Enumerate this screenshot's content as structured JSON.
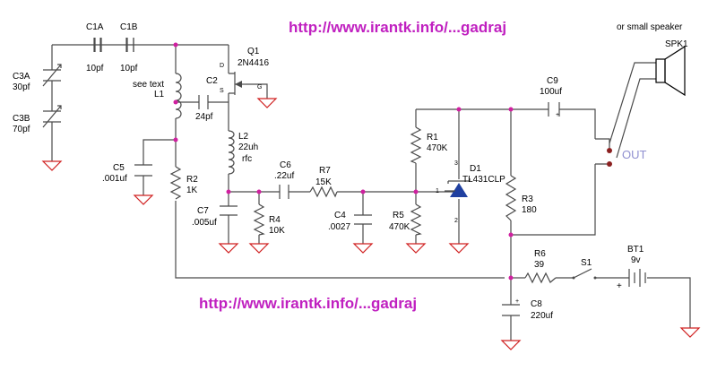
{
  "watermark_top": "http://www.irantk.info/...gadraj",
  "watermark_bottom": "http://www.irantk.info/...gadraj",
  "speaker_note": "or small speaker",
  "speaker_ref": "SPK1",
  "output_label": "OUT",
  "components": {
    "c1a": {
      "ref": "C1A",
      "value": "10pf"
    },
    "c1b": {
      "ref": "C1B",
      "value": "10pf"
    },
    "c3a": {
      "ref": "C3A",
      "value": "30pf"
    },
    "c3b": {
      "ref": "C3B",
      "value": "70pf"
    },
    "q1": {
      "ref": "Q1",
      "value": "2N4416",
      "pin_d": "D",
      "pin_s": "S",
      "pin_g": "G"
    },
    "l1": {
      "ref": "L1",
      "note": "see text"
    },
    "c2": {
      "ref": "C2",
      "value": "24pf"
    },
    "l2": {
      "ref": "L2",
      "value": "22uh",
      "note": "rfc"
    },
    "c5": {
      "ref": "C5",
      "value": ".001uf"
    },
    "r2": {
      "ref": "R2",
      "value": "1K"
    },
    "c6": {
      "ref": "C6",
      "value": ".22uf"
    },
    "r7": {
      "ref": "R7",
      "value": "15K"
    },
    "c7": {
      "ref": "C7",
      "value": ".005uf"
    },
    "r4": {
      "ref": "R4",
      "value": "10K"
    },
    "c4": {
      "ref": "C4",
      "value": ".0027"
    },
    "r5": {
      "ref": "R5",
      "value": "470K"
    },
    "r1": {
      "ref": "R1",
      "value": "470K"
    },
    "d1": {
      "ref": "D1",
      "value": "TL431CLP",
      "pin1": "1",
      "pin2": "2",
      "pin3": "3"
    },
    "r3": {
      "ref": "R3",
      "value": "180"
    },
    "c9": {
      "ref": "C9",
      "value": "100uf",
      "polarity": "+"
    },
    "r6": {
      "ref": "R6",
      "value": "39"
    },
    "s1": {
      "ref": "S1"
    },
    "bt1": {
      "ref": "BT1",
      "value": "9v",
      "polarity": "+"
    },
    "c8": {
      "ref": "C8",
      "value": "220uf",
      "polarity": "+"
    }
  }
}
